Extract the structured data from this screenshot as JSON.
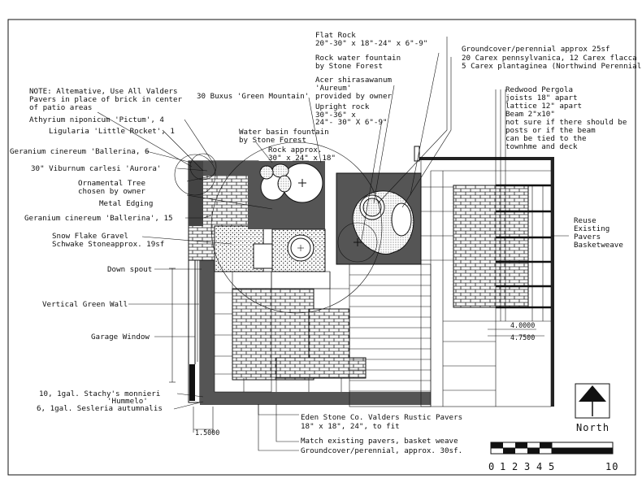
{
  "labels": {
    "note": [
      "NOTE: Altemative, Use All Valders",
      "Pavers in place of brick in center",
      "of patio areas"
    ],
    "buxus": "30 Buxus 'Green Mountain'",
    "athyrium": "Athyrium niponicum 'Pictum', 4",
    "ligularia": "Ligularia 'Little Rocket', 1",
    "geranium1": "Geranium cinereum 'Ballerina, 6",
    "viburnum": "30\" Viburnum carlesi 'Aurora'",
    "ornamental": [
      "Ornamental Tree",
      "chosen by owner"
    ],
    "metal_edging": "Metal Edging",
    "geranium2": "Geranium cinereum 'Ballerina', 15",
    "gravel": [
      "Snow Flake Gravel",
      "Schwake Stoneapprox. 19sf"
    ],
    "downspout": "Down spout",
    "green_wall": "Vertical Green Wall",
    "garage_window": "Garage Window",
    "stachys": [
      "10, 1gal. Stachy's monnieri",
      "'Hummelo'"
    ],
    "sesleria": "6, 1gal. Sesleria autumnalis",
    "water_basin": [
      "Water basin fountain",
      "by Stone Forest"
    ],
    "rock_approx": [
      "Rock approx.",
      "30\" x 24\" x 18\""
    ],
    "flat_rock": [
      "Flat Rock",
      "20\"-30\" x 18\"-24\" x 6\"-9\""
    ],
    "rock_water": [
      "Rock water fountain",
      "by Stone Forest"
    ],
    "acer": [
      "Acer shirasawanum",
      "'Aureum'",
      "provided by owner"
    ],
    "upright_rock": [
      "Upright rock",
      "30\"-36\" x",
      "24\"- 30\" X 6\"-9\""
    ],
    "groundcover_top": [
      "Groundcover/perennial approx 25sf",
      "20 Carex pennsylvanica, 12 Carex flacca",
      "5 Carex plantaginea (Northwind Perennial)"
    ],
    "pergola": [
      "Redwood Pergola",
      "joists 18\" apart",
      "lattice 12\" apart",
      "Beam 2\"x10\"",
      "not sure if there should be",
      "posts or if the beam",
      "can be tied to the",
      "townhme and deck"
    ],
    "reuse": [
      "Reuse",
      "Existing",
      "Pavers",
      "Basketweave"
    ],
    "eden": [
      "Eden Stone Co. Valders Rustic Pavers",
      "18\" x 18\", 24\", to fit"
    ],
    "match": "Match existing pavers, basket weave",
    "groundcover_bottom": "Groundcover/perennial, approx. 30sf.",
    "north": "North",
    "scale_ticks": [
      "0",
      "1",
      "2",
      "3",
      "4",
      "5",
      "10"
    ],
    "dim_small1": "4.0000",
    "dim_small2": "4.7500",
    "dim_small3": "1.5000"
  }
}
